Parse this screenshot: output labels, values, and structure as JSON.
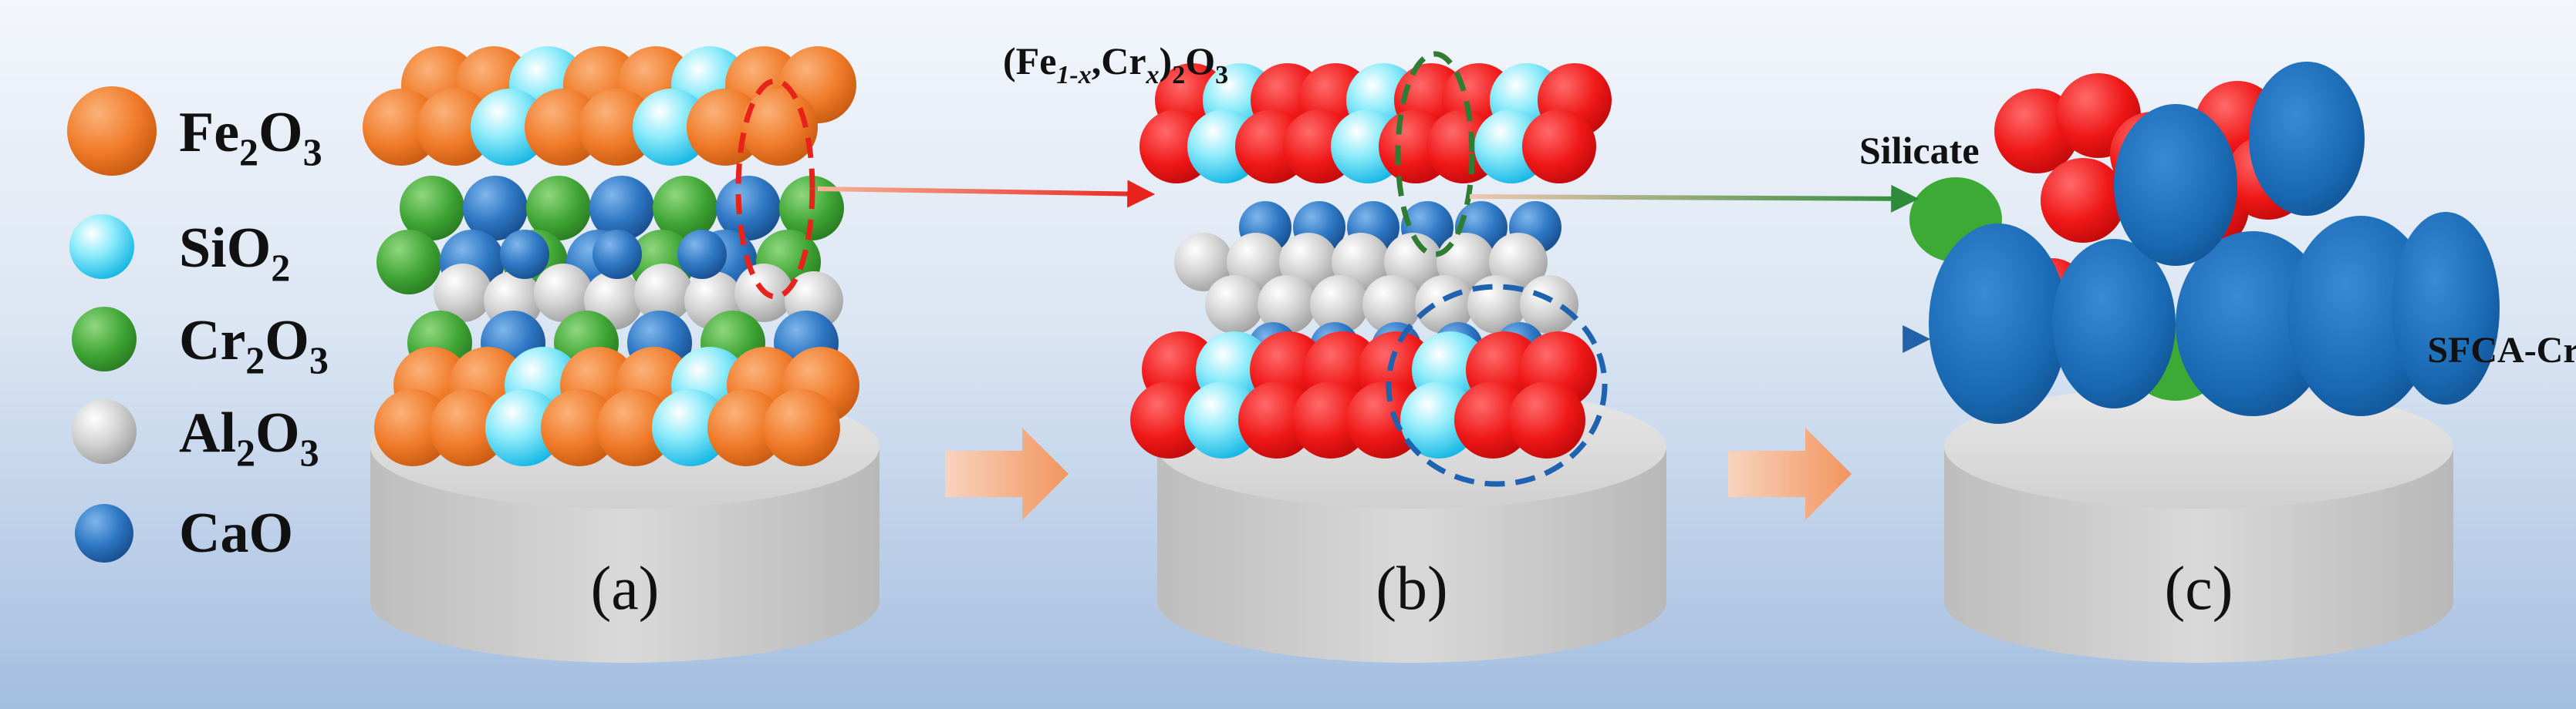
{
  "colors": {
    "fe2o3": "#F07F2E",
    "sio2": "#49D6F2",
    "cr2o3": "#3DAA35",
    "al2o3": "#C9C9C9",
    "cao": "#2F78C4",
    "fecr_oxide": "#F01E1E",
    "sfca": "#1C6FB8",
    "silicate": "#3DAA35",
    "disc": "#D6D6D6",
    "bg_top": "#F2F5FB",
    "bg_bottom": "#A9C2E2"
  },
  "legend": [
    {
      "formula": "Fe",
      "sub1": "2",
      "mid": "O",
      "sub2": "3",
      "color_key": "fe2o3"
    },
    {
      "formula": "Si",
      "sub1": "",
      "mid": "O",
      "sub2": "2",
      "color_key": "sio2"
    },
    {
      "formula": "Cr",
      "sub1": "2",
      "mid": "O",
      "sub2": "3",
      "color_key": "cr2o3"
    },
    {
      "formula": "Al",
      "sub1": "2",
      "mid": "O",
      "sub2": "3",
      "color_key": "al2o3"
    },
    {
      "formula": "CaO",
      "sub1": "",
      "mid": "",
      "sub2": "",
      "color_key": "cao"
    }
  ],
  "panels": {
    "a": "(a)",
    "b": "(b)",
    "c": "(c)"
  },
  "labels": {
    "fecr_prefix": "(Fe",
    "fecr_sub1": "1-x",
    "fecr_comma": ",Cr",
    "fecr_sub2": "x",
    "fecr_close": ")",
    "fecr_sub3": "2",
    "fecr_o": "O",
    "fecr_sub4": "3",
    "silicate": "Silicate",
    "sfca": "SFCA-Cr"
  },
  "icons": [
    "process-arrow-icon",
    "process-arrow-icon"
  ]
}
